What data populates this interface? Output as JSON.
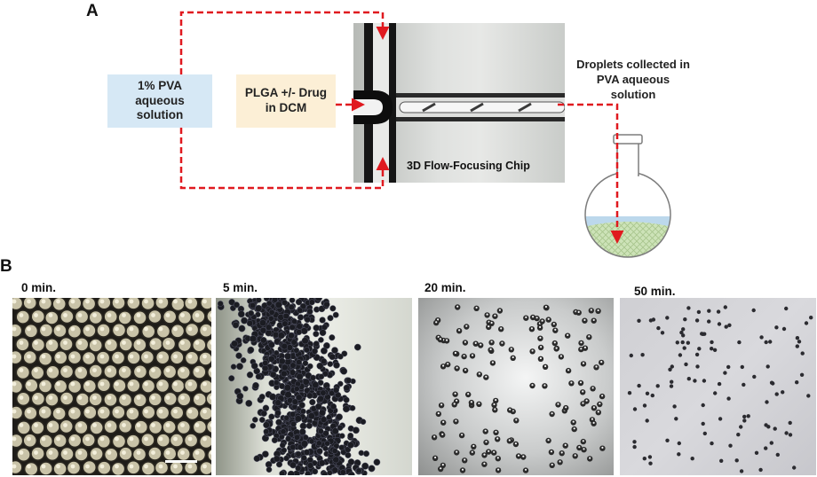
{
  "panel_a": {
    "letter": "A",
    "pva_box": "1% PVA aqueous solution",
    "plga_box": "PLGA +/- Drug in DCM",
    "chip_label": "3D Flow-Focusing Chip",
    "collected_label": "Droplets collected in PVA aqueous solution"
  },
  "panel_b": {
    "letter": "B",
    "times": [
      "0 min.",
      "5 min.",
      "20 min.",
      "50 min."
    ]
  },
  "colors": {
    "flow_arrow": "#e0191f",
    "pva_box_fill": "#d6e8f5",
    "plga_box_fill": "#fcefd6",
    "flask_liquid": "#bcd8ec",
    "flask_droplets": "#cde3b8"
  }
}
